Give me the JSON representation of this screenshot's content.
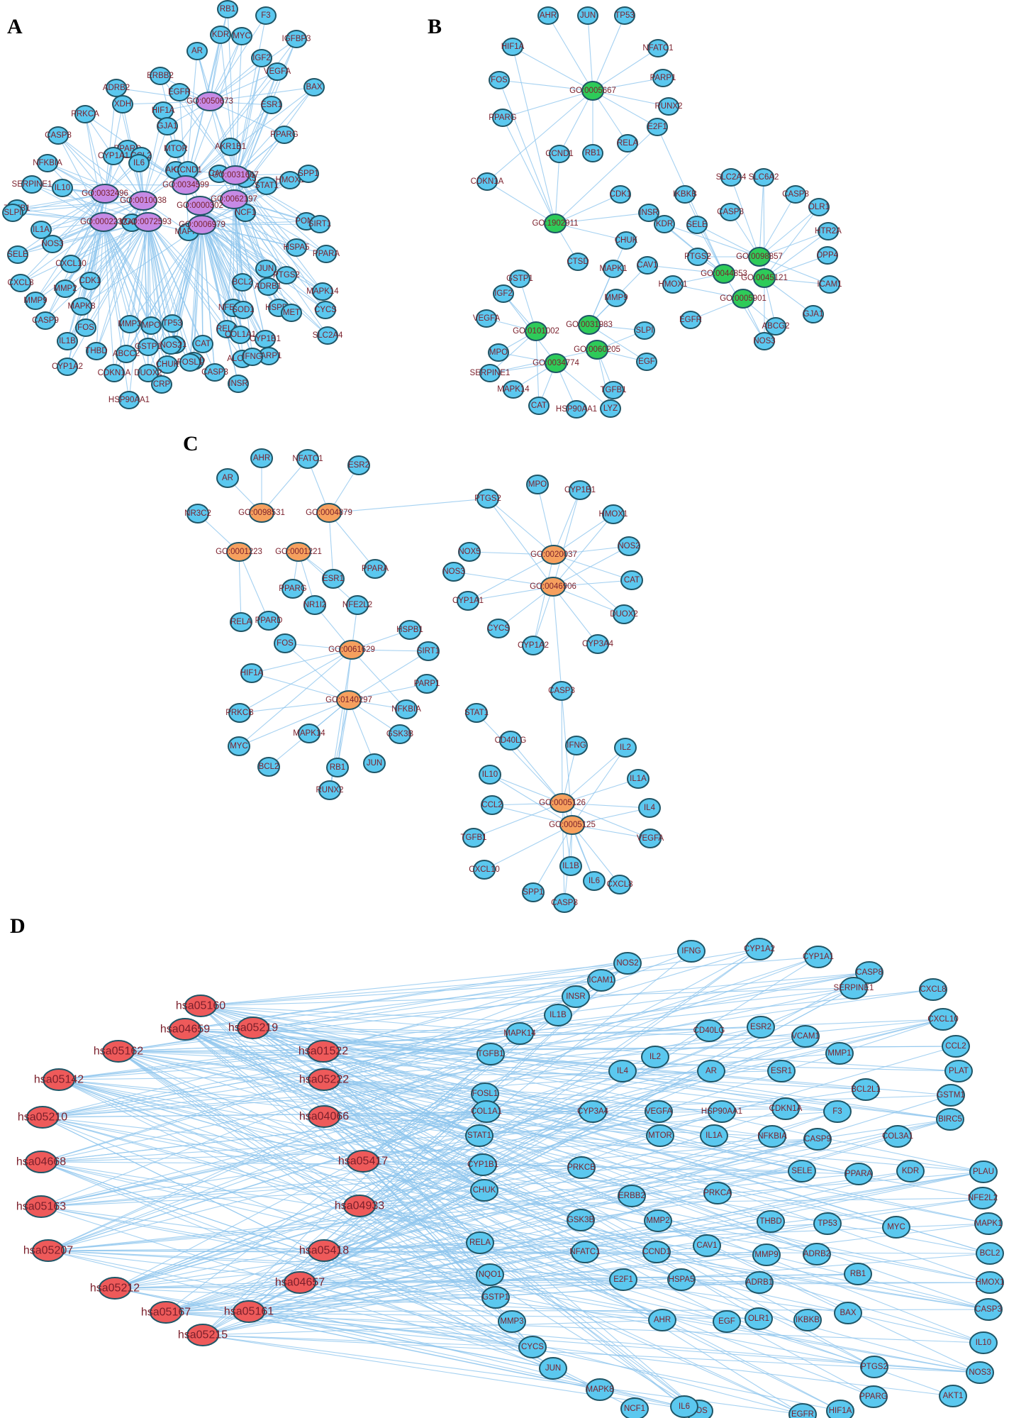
{
  "colors": {
    "gene_fill": "#5bc8ef",
    "node_stroke": "#1f5566",
    "edge": "#8ec5ee",
    "label": "#7a1f2b",
    "bp_fill": "#c68ae5",
    "cc_fill": "#2ecb59",
    "mf_fill": "#f6a05e",
    "kegg_fill": "#ee5a5a"
  },
  "panels": {
    "A": {
      "letter": "A",
      "hubs": [
        "GO:0050673",
        "GO:0031667",
        "GO:0034599",
        "GO:0062197",
        "GO:0010038",
        "GO:0000302",
        "GO:0032496",
        "GO:0002237",
        "GO:0072593",
        "GO:0006979"
      ],
      "genes": [
        "RB1",
        "F3",
        "KDR",
        "MYC",
        "IGFBP3",
        "AR",
        "IGF2",
        "VEGFA",
        "ERBB2",
        "ADRB2",
        "BAX",
        "EGFR",
        "XDH",
        "HIF1A",
        "ESR1",
        "PRKCA",
        "GJA1",
        "PPARG",
        "CASP8",
        "PPARD",
        "MTOR",
        "AKR1B1",
        "NFKBIA",
        "CYP1A1",
        "CCL2",
        "AKT1",
        "CCND1",
        "CAV1",
        "NOX5",
        "STAT1",
        "HMOX1",
        "SPP1",
        "SERPINE1",
        "IL10",
        "TGFB1",
        "IL6",
        "NCF1",
        "PON1",
        "SLPI",
        "IL1A",
        "ICAM1",
        "SIRT1",
        "NOS3",
        "MAPK1",
        "HSPA5",
        "PPARA",
        "SELE",
        "CXCL10",
        "JUN",
        "PTGS2",
        "CXCL8",
        "CDK1",
        "BCL2",
        "ADRB1",
        "MAPK14",
        "MMP9",
        "MMP2",
        "NFE2L2",
        "HSPB1",
        "CYCS",
        "CASP9",
        "MAPK8",
        "MMP3",
        "MPO",
        "TP53",
        "RELA",
        "SOD1",
        "MET",
        "SLC2A4",
        "IL1B",
        "FOS",
        "NQO1",
        "CAT",
        "COL1A1",
        "CYP1B1",
        "THBD",
        "ABCC2",
        "GSTP1",
        "NOS2",
        "CASP3",
        "APOD",
        "PARP1",
        "ALOX12",
        "CYP1A2",
        "CDKN1A",
        "CHUK",
        "DUOX2",
        "FOSL1",
        "INSR",
        "IFNG",
        "HSP90AA1",
        "CRP"
      ]
    },
    "B": {
      "letter": "B",
      "hubs": [
        "GO:0005667",
        "GO:1902911",
        "GO:0098857",
        "GO:0044853",
        "GO:0045121",
        "GO:0005901",
        "GO:0031983",
        "GO:0101002",
        "GO:0060205",
        "GO:0034774"
      ],
      "genes": [
        "AHR",
        "JUN",
        "TP53",
        "HIF1A",
        "NFATC1",
        "FOS",
        "PARP1",
        "PPARG",
        "RUNX2",
        "E2F1",
        "RELA",
        "CCND1",
        "RB1",
        "CDKN1A",
        "CDK1",
        "IKBKB",
        "SLC2A4",
        "SLC6A2",
        "CASP8",
        "CASP3",
        "OLR1",
        "INSR",
        "KDR",
        "SELE",
        "HTR2A",
        "CHUK",
        "PTGS2",
        "DPP4",
        "CTSD",
        "MAPK1",
        "CAV1",
        "HMOX1",
        "ICAM1",
        "GSTP1",
        "GJA1",
        "IGF2",
        "MMP9",
        "EGFR",
        "ABCG2",
        "NOS3",
        "VEGFA",
        "SLPI",
        "MPO",
        "EGF",
        "SERPINE1",
        "MAPK14",
        "TGFB1",
        "CAT",
        "HSP90AA1",
        "LYZ"
      ]
    },
    "C": {
      "letter": "C",
      "hubs": [
        "GO:0098531",
        "GO:0004879",
        "GO:0001223",
        "GO:0001221",
        "GO:0061629",
        "GO:0140297",
        "GO:0020037",
        "GO:0046906",
        "GO:0005126",
        "GO:0005125"
      ],
      "genes": [
        "AHR",
        "NFATC1",
        "AR",
        "ESR2",
        "NR3C2",
        "PPARA",
        "PPARG",
        "ESR1",
        "PPARD",
        "NR1I2",
        "NFE2L2",
        "RELA",
        "FOS",
        "HSPB1",
        "HIF1A",
        "SIRT1",
        "PARP1",
        "PRKCB",
        "NFKBIA",
        "MYC",
        "MAPK14",
        "GSK3B",
        "BCL2",
        "RB1",
        "JUN",
        "RUNX2",
        "MPO",
        "PTGS2",
        "CYP1B1",
        "HMOX1",
        "NOX5",
        "NOS2",
        "NOS3",
        "CAT",
        "CYP1A1",
        "DUOX2",
        "CYCS",
        "CYP1A2",
        "CYP3A4",
        "CASP3",
        "STAT1",
        "CD40LG",
        "IFNG",
        "IL2",
        "IL10",
        "IL1A",
        "CCL2",
        "IL4",
        "TGFB1",
        "VEGFA",
        "CXCL10",
        "IL1B",
        "IL6",
        "CXCL8",
        "SPP1",
        "CASP8"
      ]
    },
    "D": {
      "letter": "D",
      "pathways": [
        "hsa05160",
        "hsa04659",
        "hsa05219",
        "hsa05162",
        "hsa01522",
        "hsa05142",
        "hsa05222",
        "hsa05210",
        "hsa04066",
        "hsa04668",
        "hsa05417",
        "hsa05163",
        "hsa04933",
        "hsa05207",
        "hsa05418",
        "hsa05212",
        "hsa04657",
        "hsa05167",
        "hsa05161",
        "hsa05215"
      ],
      "genes": [
        "IFNG",
        "CYP1A2",
        "CYP1A1",
        "NOS2",
        "ICAM1",
        "CASP8",
        "INSR",
        "SERPINE1",
        "IL1B",
        "CXCL8",
        "MAPK14",
        "CD40LG",
        "ESR2",
        "VCAM1",
        "CXCL10",
        "TGFB1",
        "IL2",
        "MMP1",
        "CCL2",
        "IL4",
        "AR",
        "ESR1",
        "PLAT",
        "FOSL1",
        "BCL2L1",
        "GSTM1",
        "COL1A1",
        "CYP3A4",
        "VEGFA",
        "HSP90AA1",
        "CDKN1A",
        "F3",
        "BIRC5",
        "STAT1",
        "MTOR",
        "IL1A",
        "NFKBIA",
        "CASP9",
        "COL3A1",
        "CYP1B1",
        "PRKCB",
        "SELE",
        "PPARA",
        "KDR",
        "PLAU",
        "CHUK",
        "ERBB2",
        "PRKCA",
        "NFE2L2",
        "GSK3B",
        "MMP2",
        "THBD",
        "TP53",
        "MYC",
        "MAPK1",
        "RELA",
        "NFATC1",
        "CCND1",
        "CAV1",
        "MMP9",
        "ADRB2",
        "BCL2",
        "NQO1",
        "RB1",
        "HMOX1",
        "E2F1",
        "HSPA5",
        "ADRB1",
        "CASP3",
        "GSTP1",
        "BAX",
        "IL10",
        "MMP3",
        "AHR",
        "EGF",
        "OLR1",
        "IKBKB",
        "CYCS",
        "NOS3",
        "PTGS2",
        "AKT1",
        "JUN",
        "PPARG",
        "HIF1A",
        "MAPK8",
        "NCF1",
        "FOS",
        "IL6",
        "EGFR"
      ]
    }
  }
}
